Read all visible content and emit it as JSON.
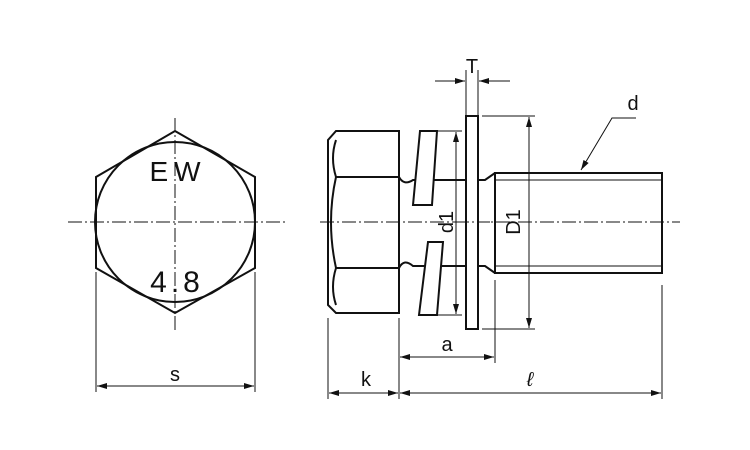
{
  "drawing": {
    "head_marking_top": "EW",
    "head_marking_bottom": "4.8",
    "dimensions": {
      "s": "s",
      "k": "k",
      "a": "a",
      "l": "ℓ",
      "T": "T",
      "d": "d",
      "d1": "d1",
      "D1": "D1"
    },
    "line_color": "#111111"
  }
}
